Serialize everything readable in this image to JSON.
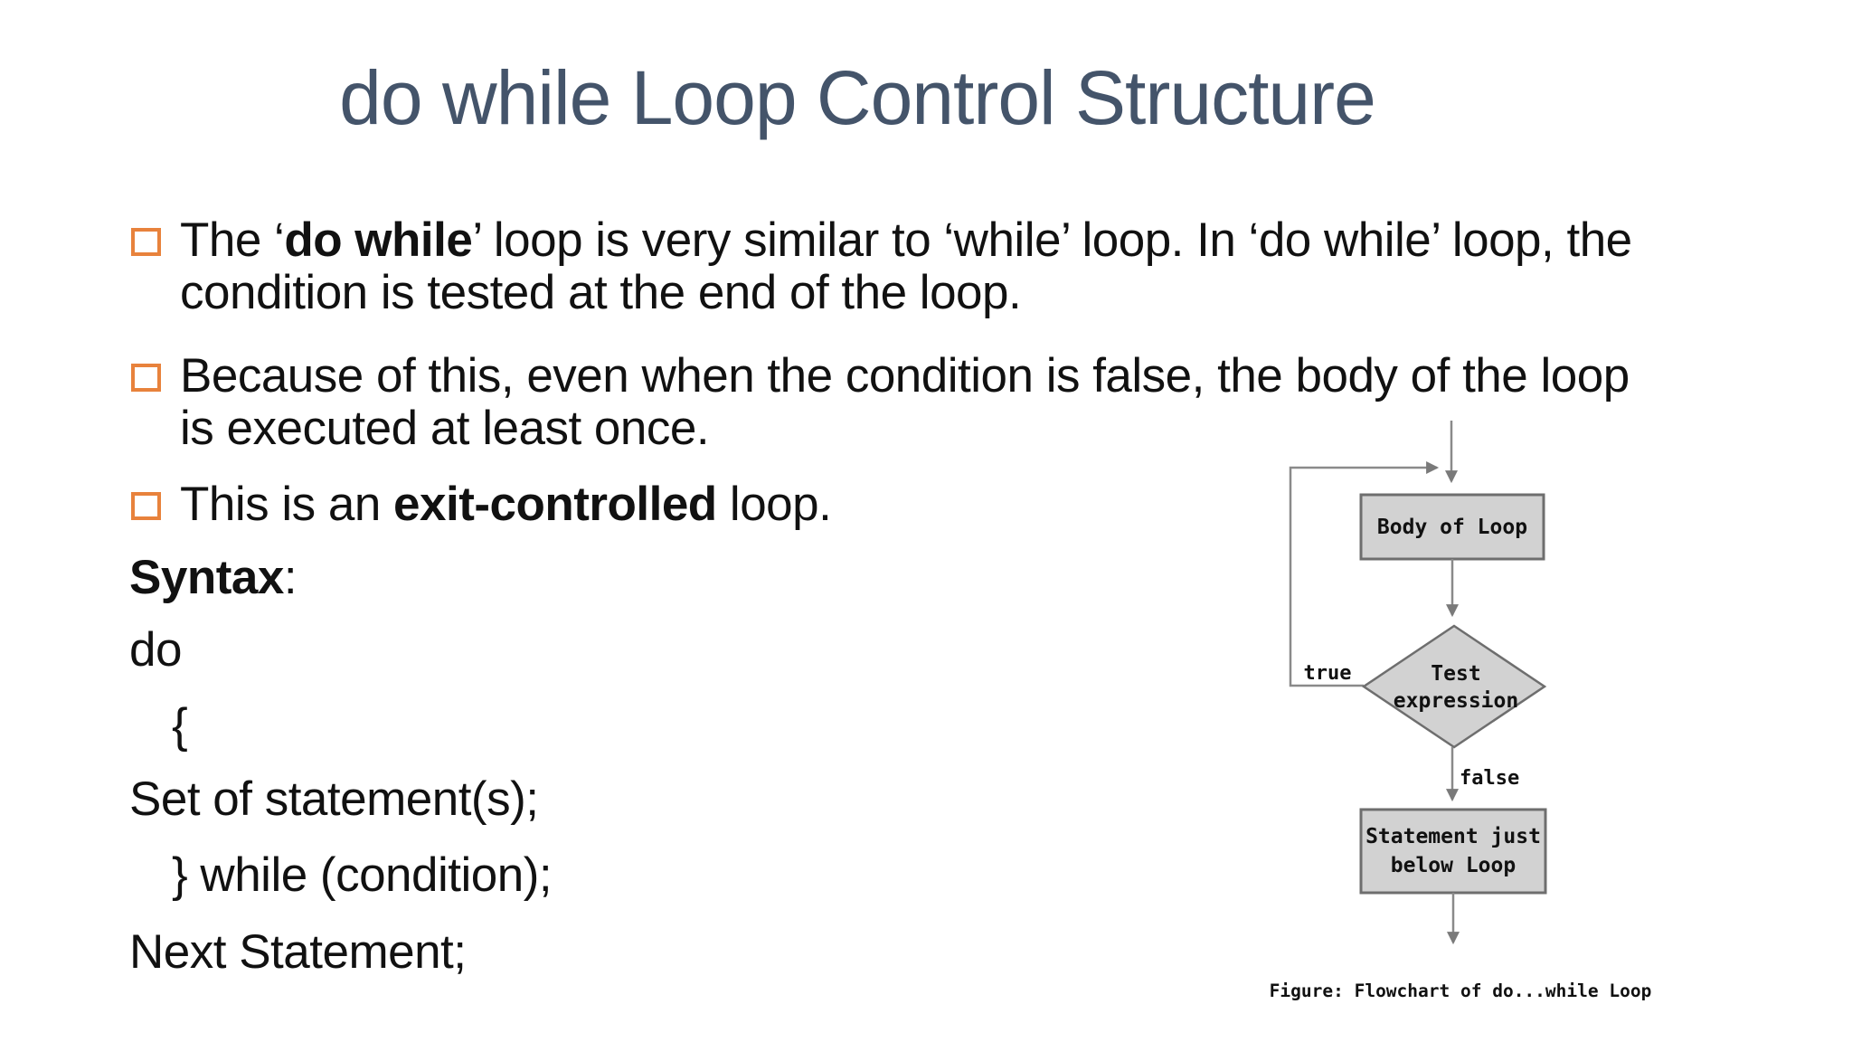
{
  "slide": {
    "title": "do while Loop Control Structure",
    "title_color": "#44546a",
    "bullet_color": "#e8823c",
    "bullets": [
      {
        "segments": [
          {
            "t": "The ‘"
          },
          {
            "t": "do while",
            "b": true
          },
          {
            "t": "’ loop is very similar to ‘while’ loop. In ‘do while’ loop, the\ncondition is tested at the end of the loop."
          }
        ]
      },
      {
        "segments": [
          {
            "t": "Because of this, even when the condition is false, the body of the loop\nis executed at least once."
          }
        ]
      },
      {
        "segments": [
          {
            "t": "This is an "
          },
          {
            "t": "exit-controlled",
            "b": true
          },
          {
            "t": " loop."
          }
        ]
      }
    ],
    "syntax_label": {
      "segments": [
        {
          "t": "Syntax",
          "b": true
        },
        {
          "t": ":"
        }
      ]
    },
    "code_lines": [
      "do",
      "{",
      "Set of statement(s);",
      "} while (condition);",
      "Next Statement;"
    ]
  },
  "flowchart": {
    "body_box_label": "Body of Loop",
    "diamond_line1": "Test",
    "diamond_line2": "expression",
    "true_label": "true",
    "false_label": "false",
    "statement_box_line1": "Statement just",
    "statement_box_line2": "below Loop",
    "caption": "Figure: Flowchart of do...while Loop",
    "shape_fill": "#d2d2d2",
    "shape_border": "#6e6e6e",
    "line_color": "#8a8a8a"
  }
}
